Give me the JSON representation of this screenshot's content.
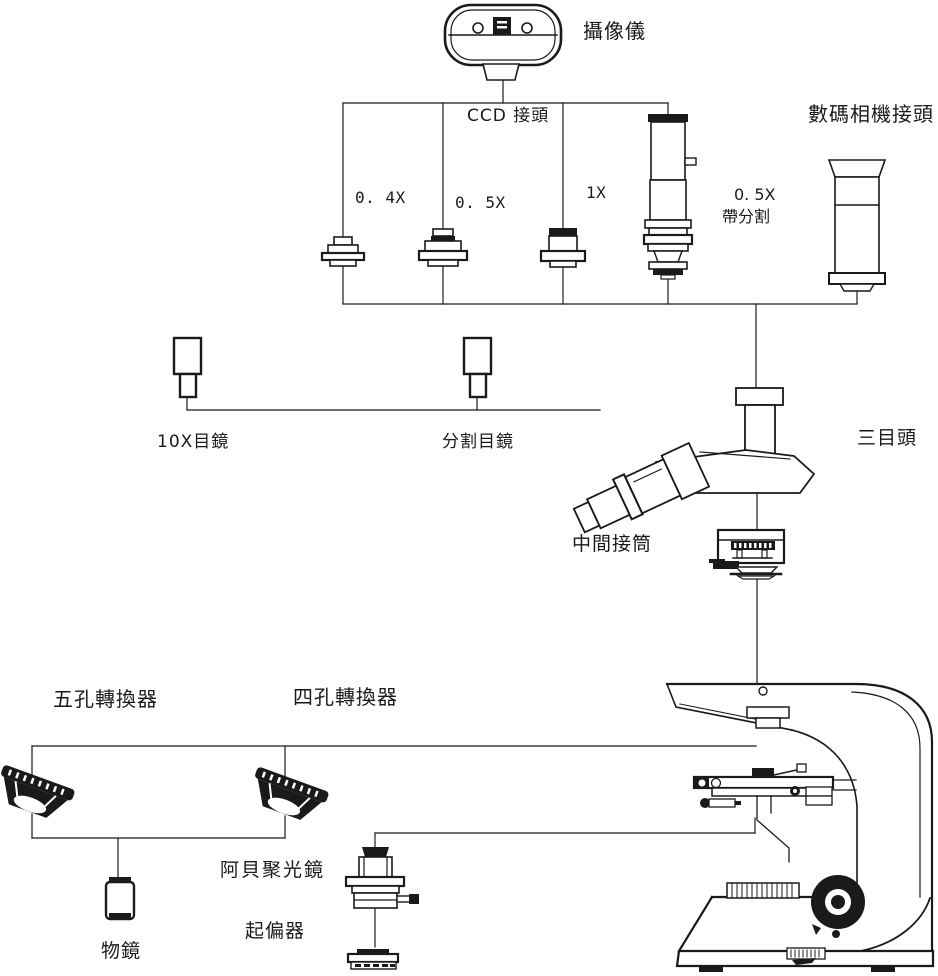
{
  "diagram": {
    "background": "#ffffff",
    "line_color": "#1a1a1a",
    "labels": {
      "camera": "攝像儀",
      "ccd_adapter": "CCD 接頭",
      "digital_camera_adapter": "數碼相機接頭",
      "adapter_04x": "0. 4X",
      "adapter_05x": "0. 5X",
      "adapter_1x": "1X",
      "adapter_05x_split_l1": "0. 5X",
      "adapter_05x_split_l2": "帶分割",
      "eyepiece_10x": "10X目鏡",
      "eyepiece_split": "分割目鏡",
      "trinocular_head": "三目頭",
      "intermediate_tube": "中間接筒",
      "nosepiece_five": "五孔轉換器",
      "nosepiece_four": "四孔轉換器",
      "abbe_condenser": "阿貝聚光鏡",
      "polarizer": "起偏器",
      "objective": "物鏡"
    }
  }
}
